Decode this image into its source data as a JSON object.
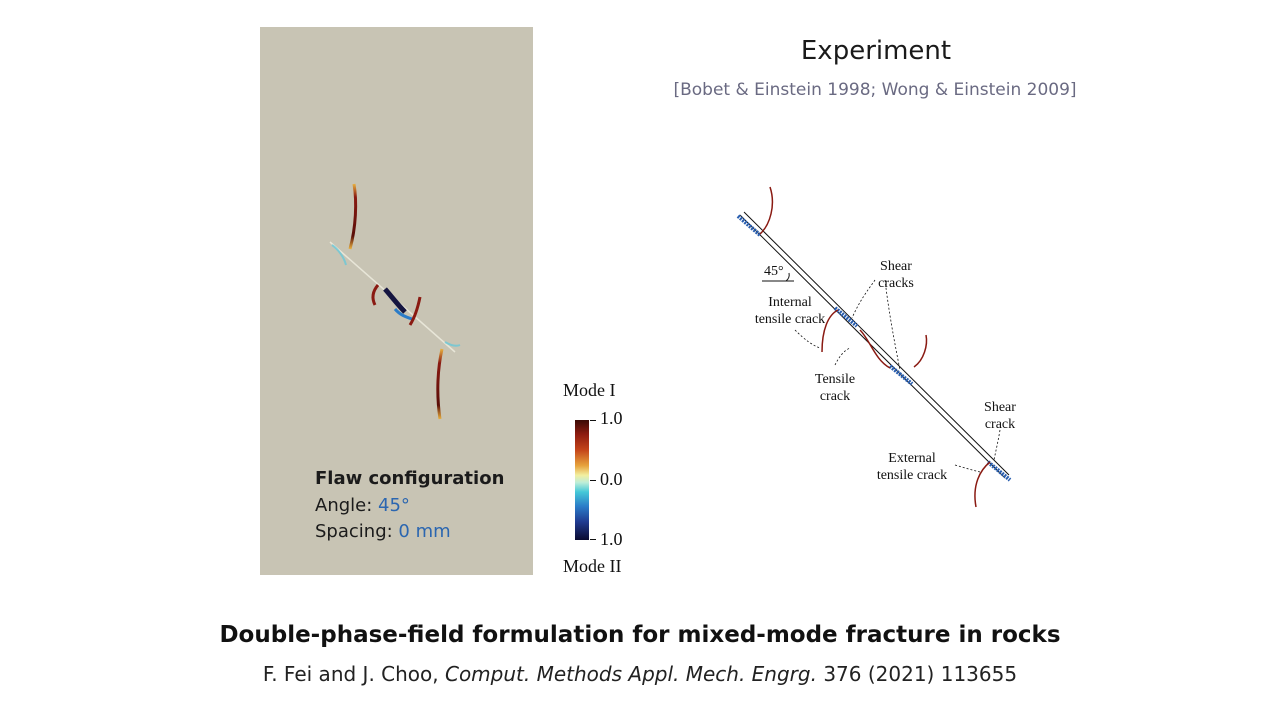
{
  "simulation": {
    "flaw_title": "Flaw configuration",
    "angle_label": "Angle:",
    "angle_value": "45°",
    "spacing_label": "Spacing:",
    "spacing_value": "0 mm",
    "background_color": "#c8c4b4"
  },
  "colorbar": {
    "top_label": "Mode I",
    "bottom_label": "Mode II",
    "tick_top": "1.0",
    "tick_mid": "0.0",
    "tick_bottom": "1.0"
  },
  "experiment": {
    "title": "Experiment",
    "reference": "[Bobet & Einstein 1998; Wong & Einstein 2009]",
    "angle": "45°",
    "labels": {
      "shear_top_1": "Shear",
      "shear_top_2": "cracks",
      "internal_1": "Internal",
      "internal_2": "tensile crack",
      "tensile_1": "Tensile",
      "tensile_2": "crack",
      "shear_right_1": "Shear",
      "shear_right_2": "crack",
      "external_1": "External",
      "external_2": "tensile crack"
    }
  },
  "paper": {
    "title": "Double-phase-field formulation for mixed-mode fracture in rocks",
    "authors": "F. Fei and J. Choo, ",
    "journal": "Comput. Methods Appl. Mech. Engrg.",
    "details": " 376 (2021) 113655"
  },
  "colors": {
    "tensile_crack": "#8a1a12",
    "shear_crack": "#2a5fb0",
    "highlight_value": "#2b66b0"
  }
}
